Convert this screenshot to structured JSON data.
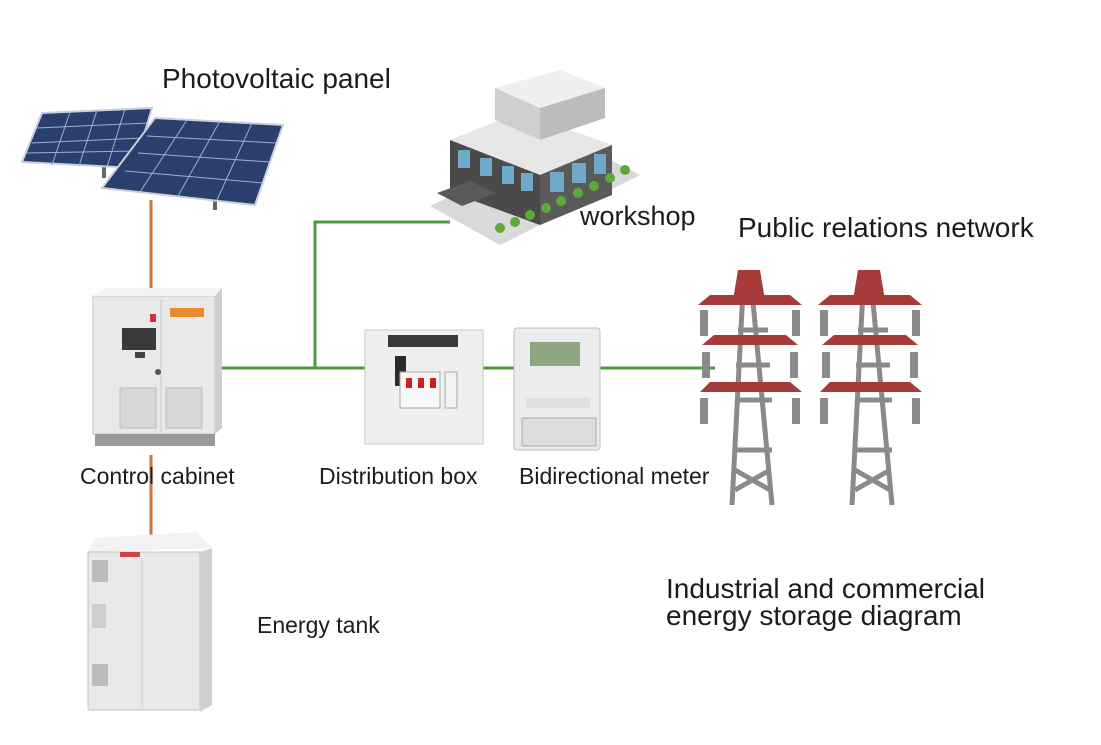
{
  "labels": {
    "photovoltaic_panel": "Photovoltaic panel",
    "workshop": "workshop",
    "public_network": "Public relations network",
    "control_cabinet": "Control cabinet",
    "distribution_box": "Distribution box",
    "bidirectional_meter": "Bidirectional meter",
    "energy_tank": "Energy tank"
  },
  "diagram_title": {
    "line1": "Industrial and commercial",
    "line2": "energy storage diagram"
  },
  "colors": {
    "dc_link": "#c8773a",
    "ac_link": "#4f9a3c",
    "solar_cell": "#2a3f6e",
    "tower_red": "#a83a3a",
    "tower_grey": "#8a8a8a",
    "cabinet": "#e9e9e9",
    "building_window": "#6fa8c8"
  }
}
